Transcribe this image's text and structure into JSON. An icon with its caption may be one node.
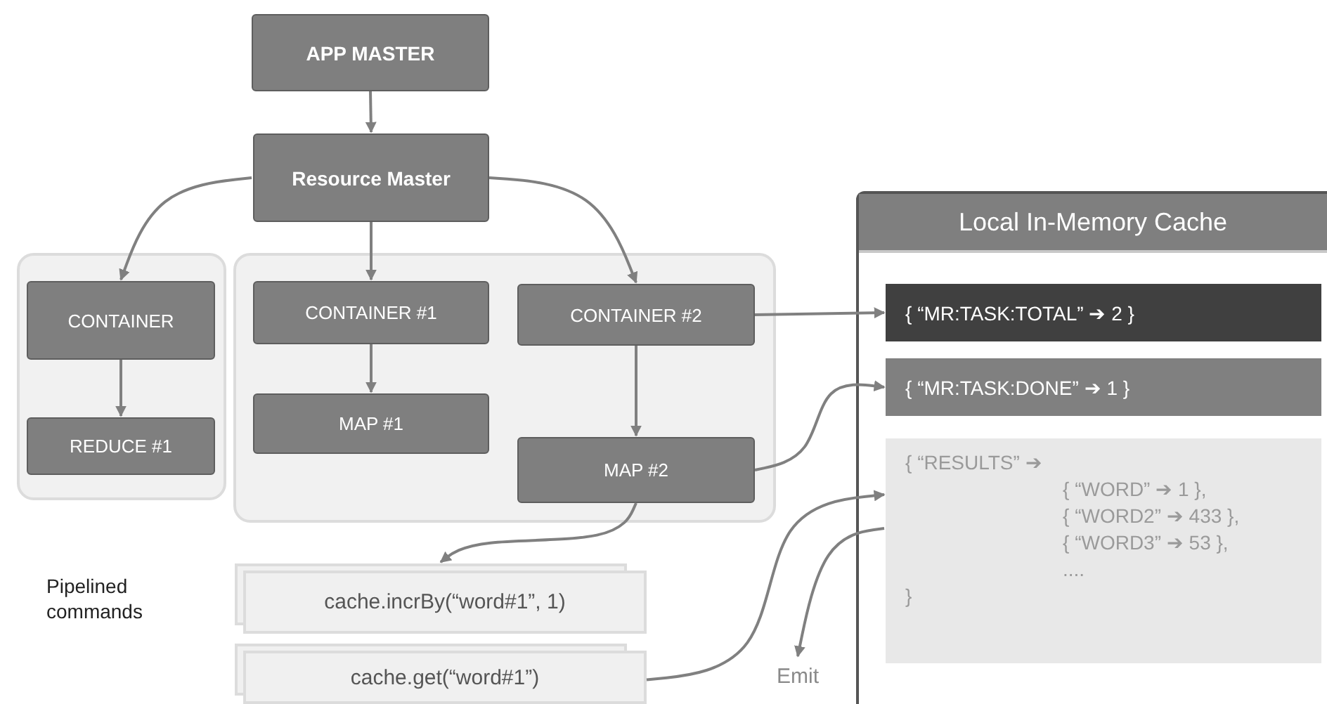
{
  "diagram": {
    "nodes": [
      {
        "text": [
          "APP MASTER"
        ]
      },
      {
        "text": [
          "Resource Master"
        ]
      },
      {
        "text": [],
        "shape": "box"
      },
      {
        "text": [],
        "shape": "box"
      },
      {
        "text": [
          "CONTAINER"
        ],
        "in": 2
      },
      {
        "text": [
          "REDUCE #1"
        ],
        "in": 2
      },
      {
        "text": [
          "CONTAINER #1"
        ],
        "in": 3
      },
      {
        "text": [
          "MAP #1"
        ],
        "in": 3
      },
      {
        "text": [
          "CONTAINER #2"
        ],
        "in": 3
      },
      {
        "text": [
          "MAP #2"
        ],
        "in": 3
      },
      {
        "text": [
          "Local In-Memory Cache"
        ]
      },
      {
        "text": [
          "{ “MR:TASK:TOTAL” ➔ 2 }"
        ],
        "in": 10
      },
      {
        "text": [
          "{ “MR:TASK:DONE” ➔ 1 }"
        ],
        "in": 10
      },
      {
        "text": [
          "{ “RESULTS” ➔",
          "{ “WORD” ➔ 1 },",
          "{ “WORD2” ➔ 433 },",
          "{ “WORD3” ➔ 53 },",
          "....",
          "}"
        ],
        "in": 10
      },
      {
        "text": [
          "cache.incrBy(“word#1”, 1)"
        ]
      },
      {
        "text": [
          "cache.get(“word#1”)"
        ]
      },
      {
        "text": [
          "Emit"
        ]
      }
    ],
    "edges": [
      {
        "from": 0,
        "to": 1,
        "arrow": "to"
      },
      {
        "from": 1,
        "to": 4,
        "arrow": "to"
      },
      {
        "from": 1,
        "to": 6,
        "arrow": "to"
      },
      {
        "from": 1,
        "to": 8,
        "arrow": "to"
      },
      {
        "from": 4,
        "to": 5,
        "arrow": "to"
      },
      {
        "from": 6,
        "to": 7,
        "arrow": "to"
      },
      {
        "from": 8,
        "to": 9,
        "arrow": "to"
      },
      {
        "from": 8,
        "to": 11,
        "arrow": "to"
      },
      {
        "from": 9,
        "to": 12,
        "arrow": "to"
      },
      {
        "from": 9,
        "to": 14,
        "arrow": "to"
      },
      {
        "from": 15,
        "to": 13,
        "arrow": "to"
      },
      {
        "from": 13,
        "to": 16,
        "arrow": "to"
      }
    ],
    "labels": [
      "Pipelined commands"
    ]
  }
}
